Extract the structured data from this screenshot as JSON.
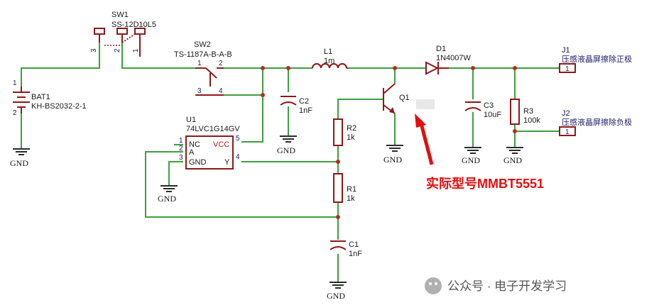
{
  "components": {
    "sw1": {
      "ref": "SW1",
      "value": "SS-12D10L5",
      "pins": [
        "3",
        "2",
        "1"
      ]
    },
    "sw2": {
      "ref": "SW2",
      "value": "TS-1187A-B-A-B",
      "pins": [
        "1",
        "2",
        "3",
        "4"
      ]
    },
    "bat1": {
      "ref": "BAT1",
      "value": "KH-BS2032-2-1",
      "pins": [
        "1",
        "2"
      ]
    },
    "u1": {
      "ref": "U1",
      "value": "74LVC1G14GV",
      "pin_nc": "NC",
      "pin_a": "A",
      "pin_gnd": "GND",
      "pin_vcc": "VCC",
      "pin_y": "Y",
      "pins": [
        "1",
        "2",
        "3",
        "5",
        "4"
      ]
    },
    "l1": {
      "ref": "L1",
      "value": "1m"
    },
    "c2": {
      "ref": "C2",
      "value": "1nF"
    },
    "r2": {
      "ref": "R2",
      "value": "1k"
    },
    "r1": {
      "ref": "R1",
      "value": "1k"
    },
    "c1": {
      "ref": "C1",
      "value": "1nF"
    },
    "q1": {
      "ref": "Q1"
    },
    "d1": {
      "ref": "D1",
      "value": "1N4007W"
    },
    "c3": {
      "ref": "C3",
      "value": "10uF"
    },
    "r3": {
      "ref": "R3",
      "value": "100k"
    },
    "j1": {
      "ref": "J1",
      "label": "压感液晶屏擦除正极",
      "pin": "1"
    },
    "j2": {
      "ref": "J2",
      "label": "压感液晶屏擦除负极",
      "pin": "1"
    }
  },
  "gnd_label": "GND",
  "annotation": "实际型号MMBT5551",
  "watermark": "公众号 · 电子开发学习",
  "colors": {
    "wire": "#3f9f3f",
    "component": "#8b1a1a",
    "annotation": "#e01010"
  }
}
